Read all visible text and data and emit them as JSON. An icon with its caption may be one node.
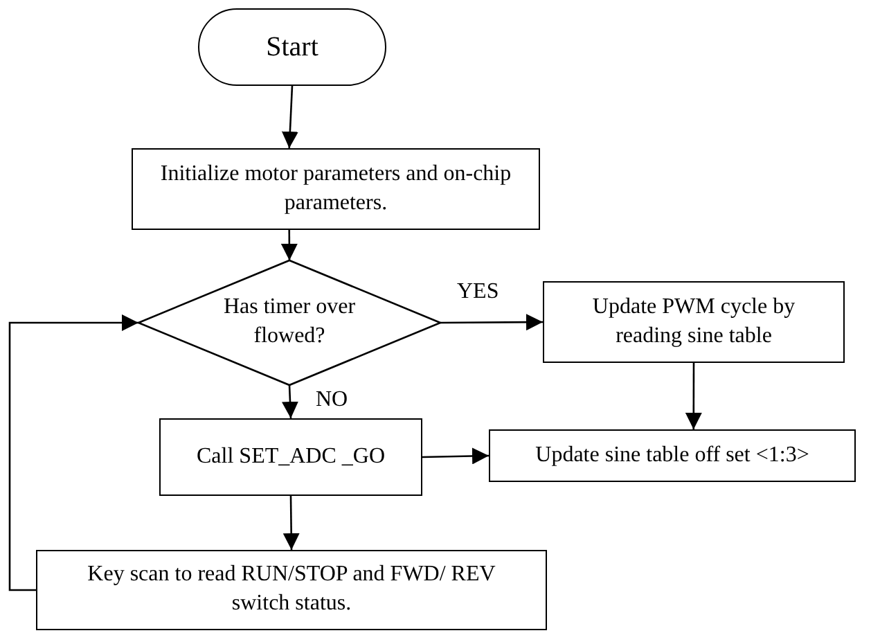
{
  "diagram": {
    "nodes": [
      {
        "text": [
          "Start"
        ]
      },
      {
        "text": [
          "Initialize motor parameters and on-chip parameters."
        ]
      },
      {
        "text": [
          "Has timer over flowed?"
        ]
      },
      {
        "text": [
          "Update PWM cycle by reading sine table"
        ]
      },
      {
        "text": [
          "Call SET_ADC _GO"
        ]
      },
      {
        "text": [
          "Update sine table off set <1:3>"
        ]
      },
      {
        "text": [
          "Key scan to read RUN/STOP and FWD/ REV switch status."
        ]
      }
    ],
    "edges": [
      {
        "from": 0,
        "to": 1,
        "arrow": "to"
      },
      {
        "from": 1,
        "to": 2,
        "arrow": "to"
      },
      {
        "from": 2,
        "to": 3,
        "arrow": "to",
        "label": "YES"
      },
      {
        "from": 2,
        "to": 4,
        "arrow": "to",
        "label": "NO"
      },
      {
        "from": 3,
        "to": 5,
        "arrow": "to"
      },
      {
        "from": 4,
        "to": 5,
        "arrow": "to"
      },
      {
        "from": 4,
        "to": 6,
        "arrow": "to"
      },
      {
        "from": 6,
        "to": 2,
        "arrow": "to"
      }
    ]
  }
}
